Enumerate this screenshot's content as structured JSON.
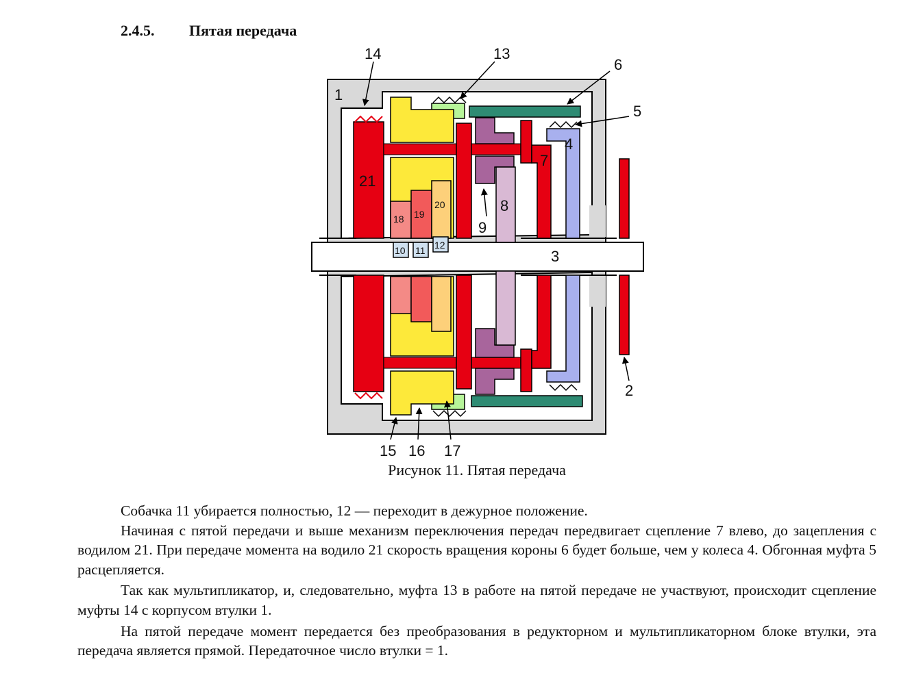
{
  "heading": {
    "number": "2.4.5.",
    "title": "Пятая передача"
  },
  "figure": {
    "labels": {
      "l1": "1",
      "l2": "2",
      "l3": "3",
      "l4": "4",
      "l5": "5",
      "l6": "6",
      "l7": "7",
      "l8": "8",
      "l9": "9",
      "l10": "10",
      "l11": "11",
      "l12": "12",
      "l13": "13",
      "l14": "14",
      "l15": "15",
      "l16": "16",
      "l17": "17",
      "l18": "18",
      "l19": "19",
      "l20": "20",
      "l21": "21"
    },
    "caption": "Рисунок 11. Пятая передача",
    "colors": {
      "housing": "#d9d9d9",
      "red": "#e60012",
      "yellow": "#fde93a",
      "green": "#b7f59a",
      "teal": "#2e8b73",
      "purple": "#a8659c",
      "light_purple": "#d9b9d4",
      "blue": "#a8b0ee",
      "pink": "#f48a86",
      "coral": "#f25a5a",
      "orange": "#fdd07a",
      "light_blue": "#cfe0ef"
    }
  },
  "paragraphs": [
    "Собачка 11 убирается полностью, 12 — переходит в дежурное положение.",
    "Начиная с пятой передачи и выше механизм переключения передач передвигает сцепление 7 влево, до зацепления с водилом 21. При передаче момента на водило 21 скорость вращения короны 6 будет больше, чем у колеса 4. Обгонная муфта 5 расцепляется.",
    "Так как мультипликатор, и, следовательно, муфта 13 в работе на пятой передаче не участвуют, происходит сцепление муфты 14 с корпусом втулки 1.",
    "На пятой передаче момент передается без преобразования в редукторном и мультипликаторном блоке втулки, эта передача является прямой. Передаточное число втулки = 1."
  ]
}
